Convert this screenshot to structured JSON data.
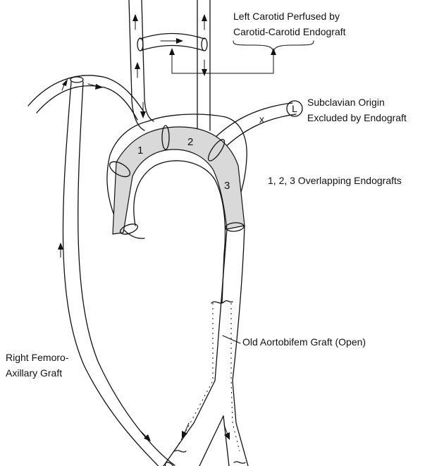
{
  "labels": {
    "carotid_line1": "Left Carotid Perfused by",
    "carotid_line2": "Carotid-Carotid Endograft",
    "subclavian_line1": "Subclavian Origin",
    "subclavian_line2": "Excluded by Endograft",
    "subclavian_marker": "L",
    "ligation_mark": "x",
    "overlapping": "1, 2, 3 Overlapping Endografts",
    "old_graft": "Old Aortobifem Graft (Open)",
    "femoro_line1": "Right Femoro-",
    "femoro_line2": "Axillary Graft"
  },
  "segments": [
    "1",
    "2",
    "3"
  ],
  "colors": {
    "ink": "#111111",
    "graft_fill": "#d9d9d9",
    "background": "#ffffff"
  }
}
